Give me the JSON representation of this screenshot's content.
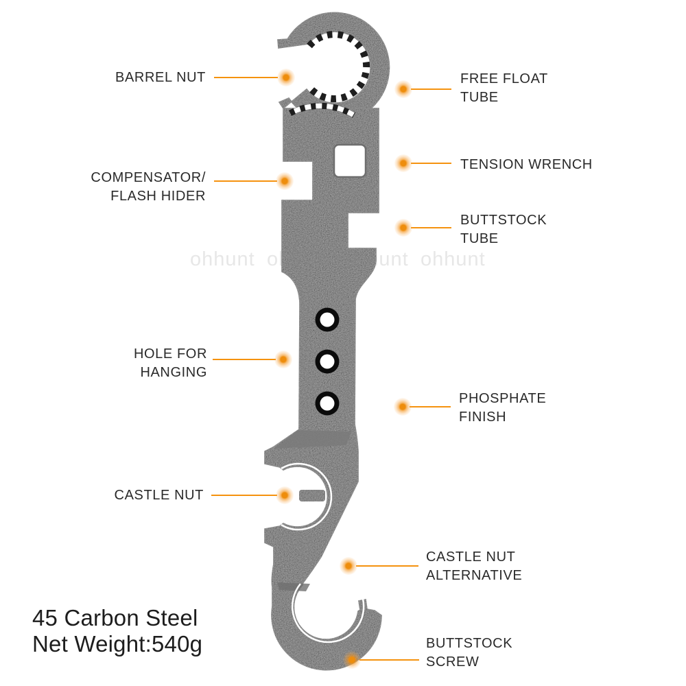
{
  "product": {
    "material": "45 Carbon Steel",
    "net_weight": "Net Weight:540g"
  },
  "watermark": {
    "text": "ohhunt"
  },
  "colors": {
    "accent_orange": "#F5920E",
    "label_text": "#2A2A2A",
    "tool_dark": "#1F1F1F",
    "watermark_gray": "#E7E7E7",
    "background": "#FFFFFF"
  },
  "callouts": [
    {
      "id": "barrel-nut",
      "lines": [
        "BARREL NUT"
      ]
    },
    {
      "id": "compensator-flash-hider",
      "lines": [
        "COMPENSATOR/",
        "FLASH HIDER"
      ]
    },
    {
      "id": "hole-for-hanging",
      "lines": [
        "HOLE FOR",
        "HANGING"
      ]
    },
    {
      "id": "castle-nut",
      "lines": [
        "CASTLE NUT"
      ]
    },
    {
      "id": "free-float-tube",
      "lines": [
        "FREE FLOAT",
        "TUBE"
      ]
    },
    {
      "id": "tension-wrench",
      "lines": [
        "TENSION WRENCH"
      ]
    },
    {
      "id": "buttstock-tube",
      "lines": [
        "BUTTSTOCK",
        "TUBE"
      ]
    },
    {
      "id": "phosphate-finish",
      "lines": [
        "PHOSPHATE",
        "FINISH"
      ]
    },
    {
      "id": "castle-nut-alternative",
      "lines": [
        "CASTLE NUT",
        "ALTERNATIVE"
      ]
    },
    {
      "id": "buttstock-screw",
      "lines": [
        "BUTTSTOCK",
        "SCREW"
      ]
    }
  ]
}
